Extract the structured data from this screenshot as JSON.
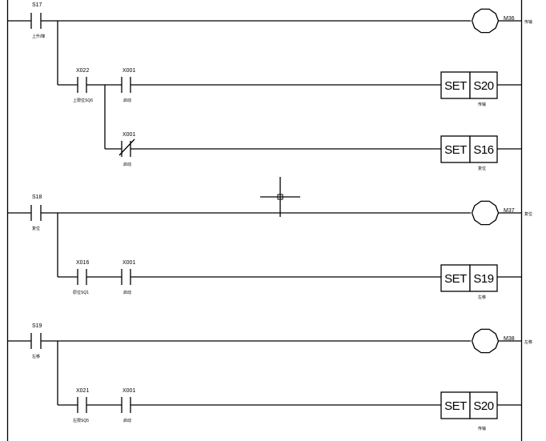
{
  "rungs": [
    {
      "input": {
        "addr": "S17",
        "comment": "上升/降"
      },
      "coil": {
        "addr": "M36",
        "comment": "传输"
      },
      "branches": [
        {
          "contacts": [
            {
              "addr": "X022",
              "comment": "上限位SQ6",
              "type": "NO"
            },
            {
              "addr": "X001",
              "comment": "启动",
              "type": "NO"
            }
          ],
          "set": {
            "label": "SET",
            "target": "S20",
            "comment": "传输"
          }
        },
        {
          "contacts": [
            {
              "addr": "X001",
              "comment": "启动",
              "type": "NC"
            }
          ],
          "set": {
            "label": "SET",
            "target": "S16",
            "comment": "复位"
          }
        }
      ]
    },
    {
      "input": {
        "addr": "S18",
        "comment": "复位"
      },
      "coil": {
        "addr": "M37",
        "comment": "复位"
      },
      "branches": [
        {
          "contacts": [
            {
              "addr": "X016",
              "comment": "原位SQ1",
              "type": "NO"
            },
            {
              "addr": "X001",
              "comment": "启动",
              "type": "NO"
            }
          ],
          "set": {
            "label": "SET",
            "target": "S19",
            "comment": "左移"
          }
        }
      ]
    },
    {
      "input": {
        "addr": "S19",
        "comment": "左移"
      },
      "coil": {
        "addr": "M38",
        "comment": "左移"
      },
      "branches": [
        {
          "contacts": [
            {
              "addr": "X021",
              "comment": "左限SQ5",
              "type": "NO"
            },
            {
              "addr": "X001",
              "comment": "启动",
              "type": "NO"
            }
          ],
          "set": {
            "label": "SET",
            "target": "S20",
            "comment": "传输"
          }
        }
      ]
    }
  ]
}
